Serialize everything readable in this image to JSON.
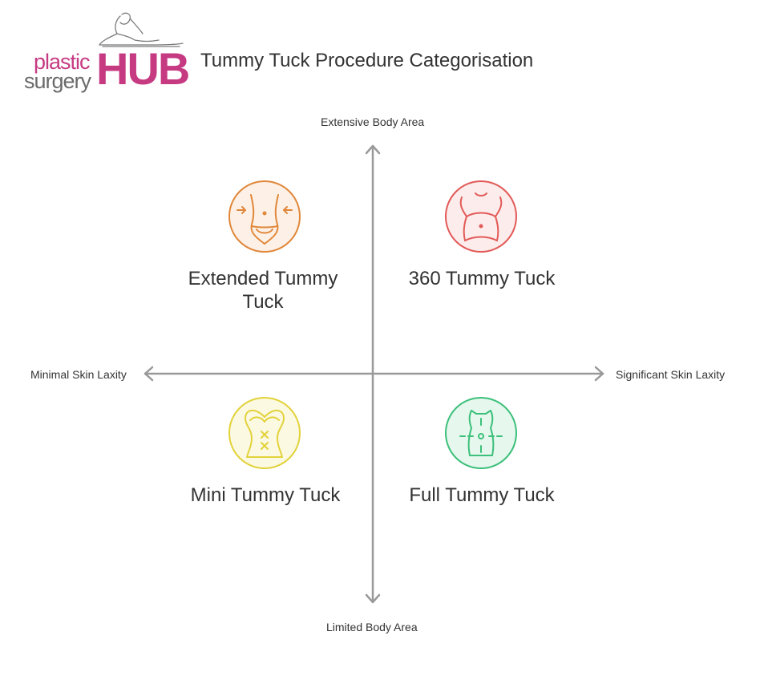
{
  "logo": {
    "plastic": "plastic",
    "surgery": "surgery",
    "hub": "HUB"
  },
  "title": "Tummy Tuck Procedure Categorisation",
  "axes": {
    "top": "Extensive Body Area",
    "bottom": "Limited Body Area",
    "left": "Minimal Skin Laxity",
    "right": "Significant Skin Laxity"
  },
  "quadrants": {
    "top_left": {
      "label": "Extended Tummy Tuck",
      "color": "#e0873a",
      "icon": "waist-compress-icon"
    },
    "top_right": {
      "label": "360 Tummy Tuck",
      "color": "#e15a57",
      "icon": "torso-icon"
    },
    "bottom_left": {
      "label": "Mini Tummy Tuck",
      "color": "#e2d23a",
      "icon": "corset-icon"
    },
    "bottom_right": {
      "label": "Full Tummy Tuck",
      "color": "#3cc07a",
      "icon": "target-torso-icon"
    }
  },
  "colors": {
    "axis": "#999999",
    "text": "#333333",
    "brand_pink": "#c63a82",
    "brand_gray": "#6b6b6b"
  }
}
